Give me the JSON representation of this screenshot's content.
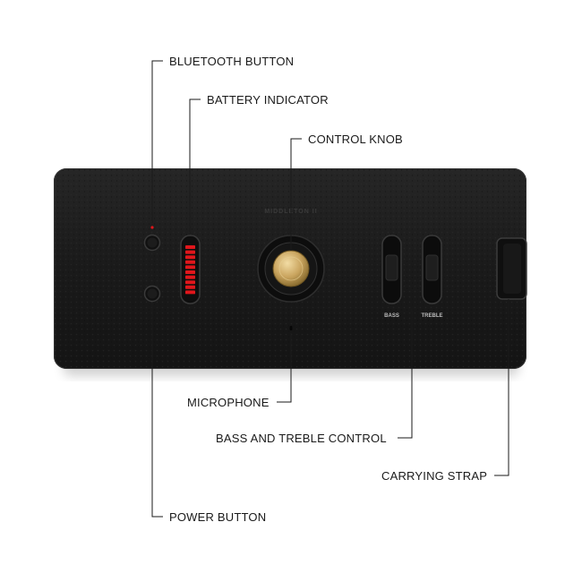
{
  "callouts": {
    "bluetooth_button": "BLUETOOTH BUTTON",
    "battery_indicator": "BATTERY INDICATOR",
    "control_knob": "CONTROL KNOB",
    "microphone": "MICROPHONE",
    "bass_treble_control": "BASS AND TREBLE CONTROL",
    "carrying_strap": "CARRYING STRAP",
    "power_button": "POWER BUTTON"
  },
  "device": {
    "top_marking": "MIDDLETON II",
    "bass_label": "BASS",
    "treble_label": "TREBLE",
    "battery_segments_total": 10,
    "battery_segments_lit": 10
  },
  "colors": {
    "body": "#1b1b1b",
    "battery_red": "#e0161b",
    "knob_brass": "#c9a45e",
    "leader_line": "#1a1a1a"
  }
}
